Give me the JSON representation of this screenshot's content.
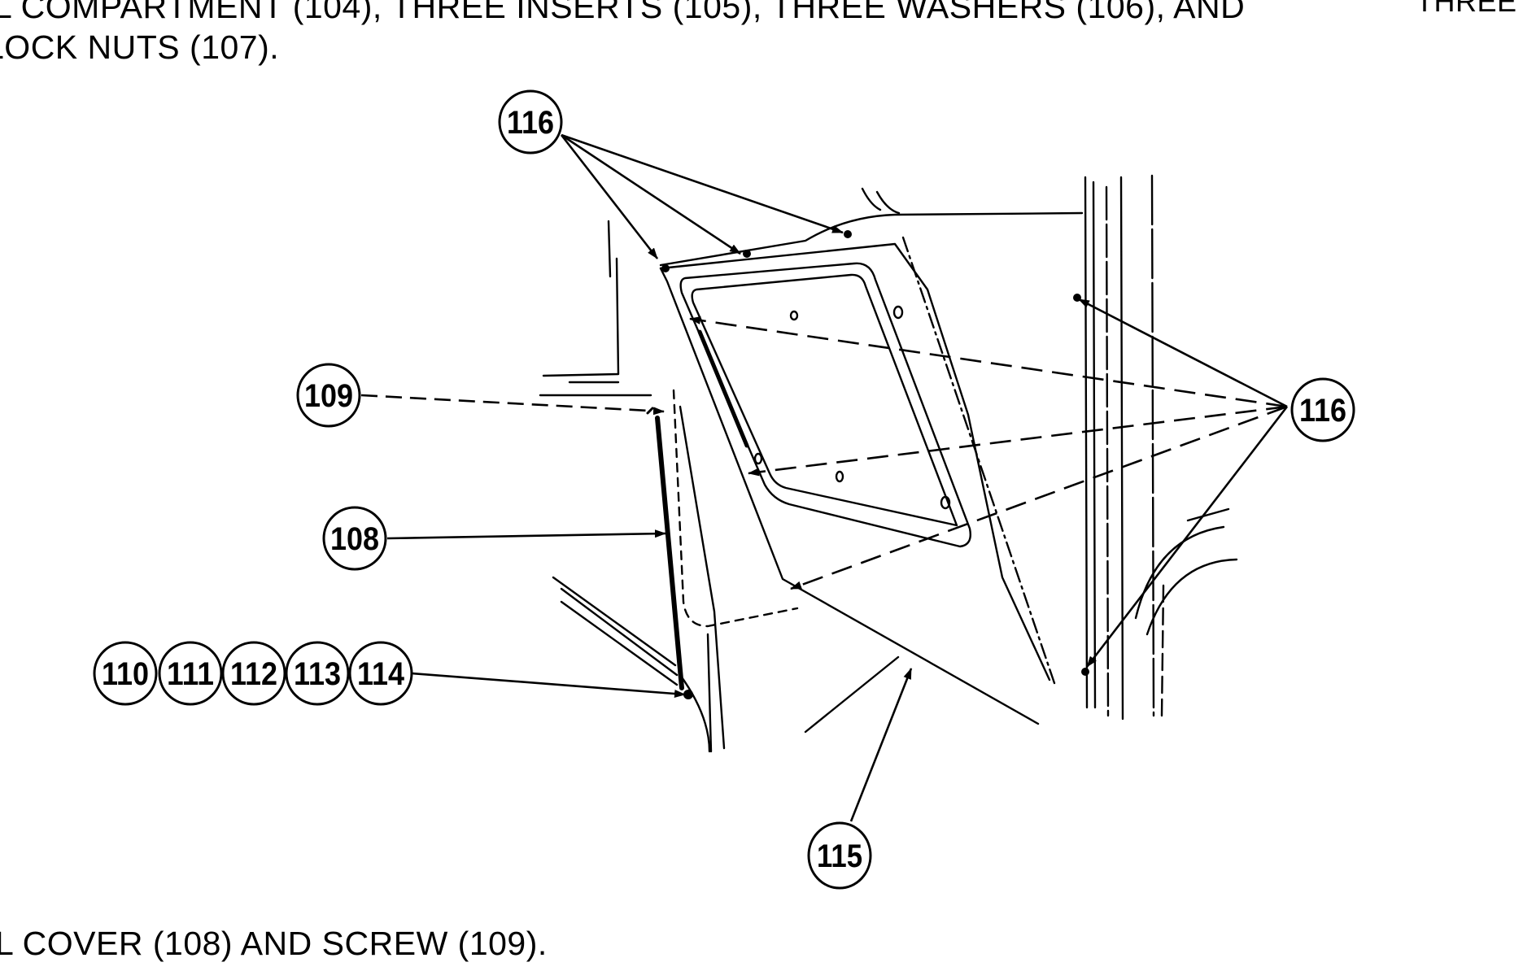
{
  "instructions": {
    "line1": "L COMPARTMENT (104), THREE INSERTS (105), THREE WASHERS (106), AND",
    "line2": "LOCK NUTS (107).",
    "corner": "THREE",
    "line3": "L COVER (108) AND SCREW (109)."
  },
  "callouts": {
    "c116_top": "116",
    "c116_right": "116",
    "c109": "109",
    "c108": "108",
    "c110": "110",
    "c111": "111",
    "c112": "112",
    "c113": "113",
    "c114": "114",
    "c115": "115"
  },
  "colors": {
    "ink": "#000000",
    "paper": "#ffffff"
  }
}
